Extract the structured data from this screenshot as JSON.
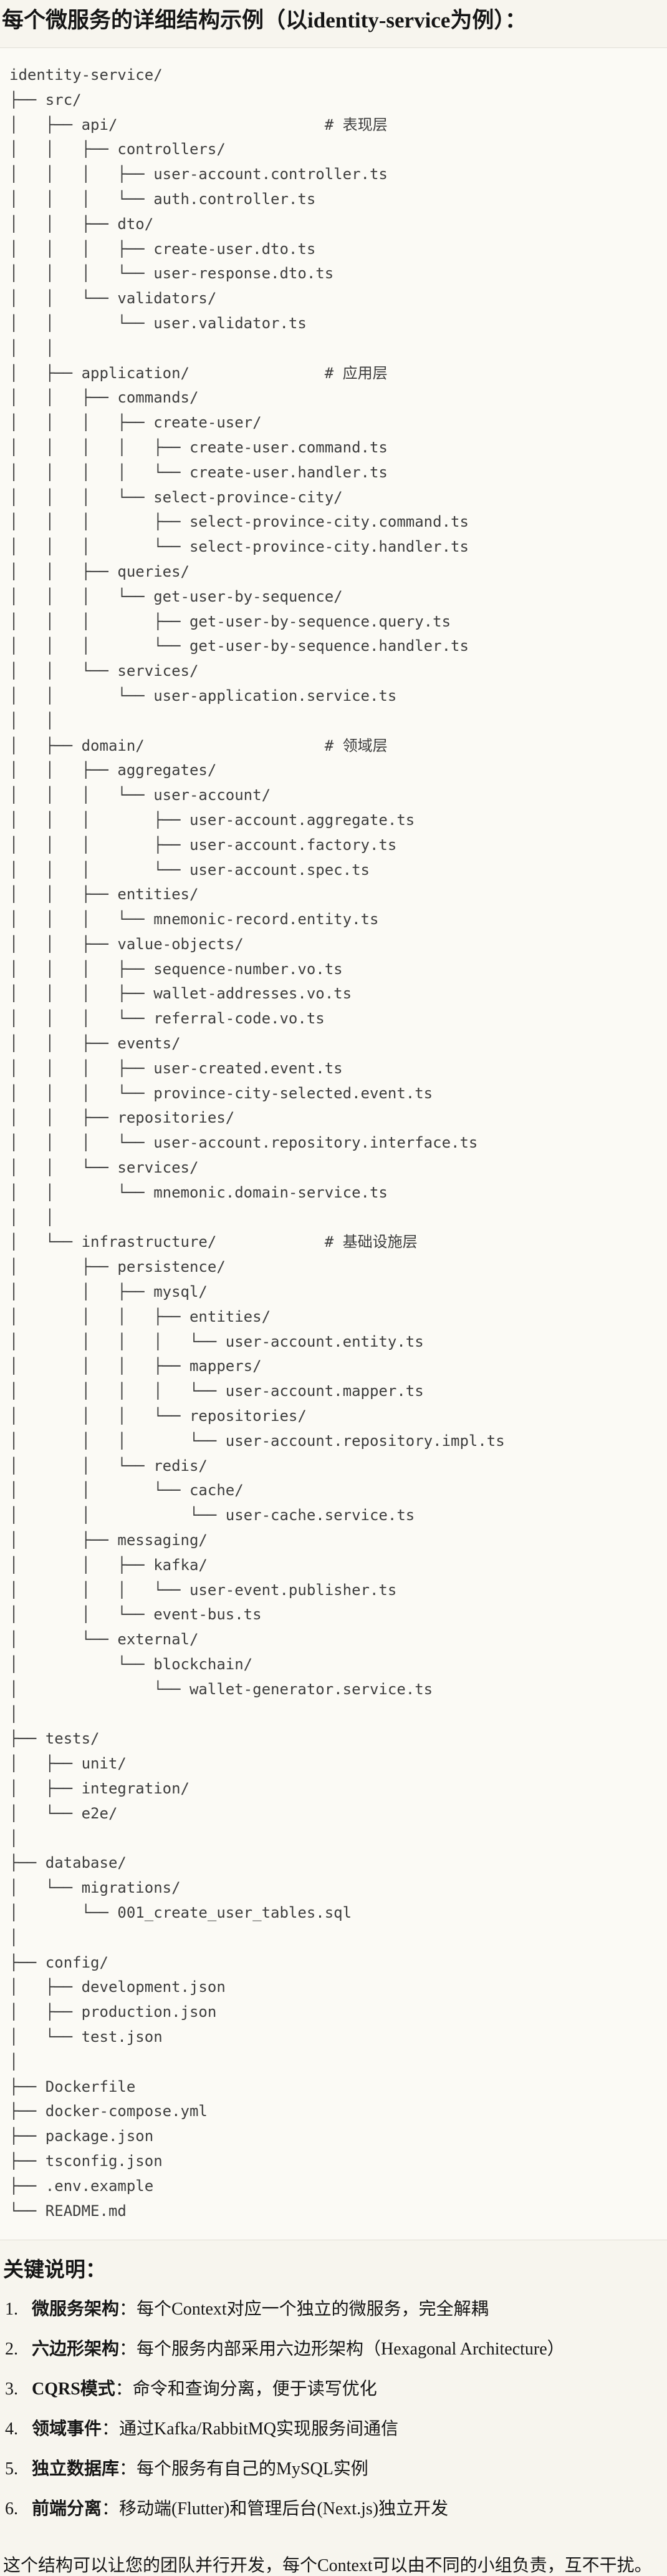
{
  "title": "每个微服务的详细结构示例（以identity-service为例）：",
  "tree": {
    "lines": [
      "identity-service/",
      "├── src/",
      "│   ├── api/                       # 表现层",
      "│   │   ├── controllers/",
      "│   │   │   ├── user-account.controller.ts",
      "│   │   │   └── auth.controller.ts",
      "│   │   ├── dto/",
      "│   │   │   ├── create-user.dto.ts",
      "│   │   │   └── user-response.dto.ts",
      "│   │   └── validators/",
      "│   │       └── user.validator.ts",
      "│   │",
      "│   ├── application/               # 应用层",
      "│   │   ├── commands/",
      "│   │   │   ├── create-user/",
      "│   │   │   │   ├── create-user.command.ts",
      "│   │   │   │   └── create-user.handler.ts",
      "│   │   │   └── select-province-city/",
      "│   │   │       ├── select-province-city.command.ts",
      "│   │   │       └── select-province-city.handler.ts",
      "│   │   ├── queries/",
      "│   │   │   └── get-user-by-sequence/",
      "│   │   │       ├── get-user-by-sequence.query.ts",
      "│   │   │       └── get-user-by-sequence.handler.ts",
      "│   │   └── services/",
      "│   │       └── user-application.service.ts",
      "│   │",
      "│   ├── domain/                    # 领域层",
      "│   │   ├── aggregates/",
      "│   │   │   └── user-account/",
      "│   │   │       ├── user-account.aggregate.ts",
      "│   │   │       ├── user-account.factory.ts",
      "│   │   │       └── user-account.spec.ts",
      "│   │   ├── entities/",
      "│   │   │   └── mnemonic-record.entity.ts",
      "│   │   ├── value-objects/",
      "│   │   │   ├── sequence-number.vo.ts",
      "│   │   │   ├── wallet-addresses.vo.ts",
      "│   │   │   └── referral-code.vo.ts",
      "│   │   ├── events/",
      "│   │   │   ├── user-created.event.ts",
      "│   │   │   └── province-city-selected.event.ts",
      "│   │   ├── repositories/",
      "│   │   │   └── user-account.repository.interface.ts",
      "│   │   └── services/",
      "│   │       └── mnemonic.domain-service.ts",
      "│   │",
      "│   └── infrastructure/            # 基础设施层",
      "│       ├── persistence/",
      "│       │   ├── mysql/",
      "│       │   │   ├── entities/",
      "│       │   │   │   └── user-account.entity.ts",
      "│       │   │   ├── mappers/",
      "│       │   │   │   └── user-account.mapper.ts",
      "│       │   │   └── repositories/",
      "│       │   │       └── user-account.repository.impl.ts",
      "│       │   └── redis/",
      "│       │       └── cache/",
      "│       │           └── user-cache.service.ts",
      "│       ├── messaging/",
      "│       │   ├── kafka/",
      "│       │   │   └── user-event.publisher.ts",
      "│       │   └── event-bus.ts",
      "│       └── external/",
      "│           └── blockchain/",
      "│               └── wallet-generator.service.ts",
      "│",
      "├── tests/",
      "│   ├── unit/",
      "│   ├── integration/",
      "│   └── e2e/",
      "│",
      "├── database/",
      "│   └── migrations/",
      "│       └── 001_create_user_tables.sql",
      "│",
      "├── config/",
      "│   ├── development.json",
      "│   ├── production.json",
      "│   └── test.json",
      "│",
      "├── Dockerfile",
      "├── docker-compose.yml",
      "├── package.json",
      "├── tsconfig.json",
      "├── .env.example",
      "└── README.md"
    ]
  },
  "notes": {
    "heading": "关键说明：",
    "items": [
      {
        "num": "1.",
        "label": "微服务架构",
        "text": "：每个Context对应一个独立的微服务，完全解耦"
      },
      {
        "num": "2.",
        "label": "六边形架构",
        "text": "：每个服务内部采用六边形架构（Hexagonal Architecture）"
      },
      {
        "num": "3.",
        "label": "CQRS模式",
        "text": "：命令和查询分离，便于读写优化"
      },
      {
        "num": "4.",
        "label": "领域事件",
        "text": "：通过Kafka/RabbitMQ实现服务间通信"
      },
      {
        "num": "5.",
        "label": "独立数据库",
        "text": "：每个服务有自己的MySQL实例"
      },
      {
        "num": "6.",
        "label": "前端分离",
        "text": "：移动端(Flutter)和管理后台(Next.js)独立开发"
      }
    ],
    "footer": "这个结构可以让您的团队并行开发，每个Context可以由不同的小组负责，互不干扰。"
  },
  "colors": {
    "page_bg": "#f7f5ee",
    "code_bg": "#fbfaf5",
    "code_border": "#e1ded6",
    "code_text": "#3d3d3d",
    "body_text": "#161616"
  }
}
